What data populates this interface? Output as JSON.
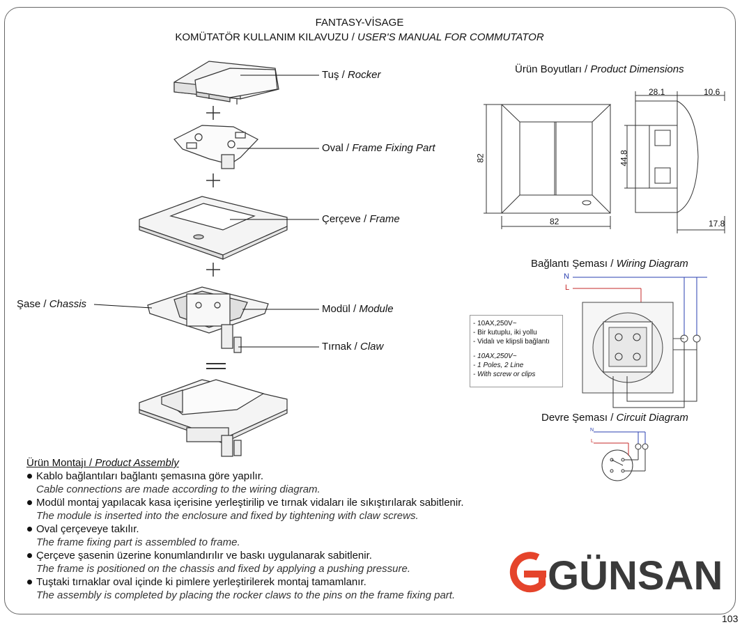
{
  "header": {
    "line1": "FANTASY-VİSAGE",
    "line2_tr": "KOMÜTATÖR KULLANIM KILAVUZU / ",
    "line2_en": "USER'S MANUAL FOR COMMUTATOR"
  },
  "exploded_view": {
    "rocker": {
      "tr": "Tuş / ",
      "en": "Rocker"
    },
    "frame_fixing": {
      "tr": "Oval / ",
      "en": "Frame Fixing Part"
    },
    "frame": {
      "tr": "Çerçeve / ",
      "en": "Frame"
    },
    "chassis": {
      "tr": "Şase / ",
      "en": "Chassis"
    },
    "module": {
      "tr": "Modül / ",
      "en": "Module"
    },
    "claw": {
      "tr": "Tırnak / ",
      "en": "Claw"
    },
    "plus": "+",
    "equals": "="
  },
  "dimensions": {
    "title_tr": "Ürün Boyutları / ",
    "title_en": "Product Dimensions",
    "height": "82",
    "width": "82",
    "depth_top": "28.1",
    "depth_front": "10.6",
    "module_height": "44.8",
    "depth_bottom": "17.8"
  },
  "wiring": {
    "title_tr": "Bağlantı Şeması / ",
    "title_en": "Wiring Diagram",
    "n": "N",
    "l": "L",
    "spec_tr": [
      "- 10AX,250V~",
      "- Bir kutuplu, iki yollu",
      "- Vidalı ve klipsli bağlantı"
    ],
    "spec_en": [
      "- 10AX,250V~",
      "- 1 Poles, 2 Line",
      "- With screw or clips"
    ]
  },
  "circuit": {
    "title_tr": "Devre Şeması / ",
    "title_en": "Circuit Diagram",
    "n": "N",
    "l": "L"
  },
  "assembly": {
    "title_tr": "Ürün Montajı / ",
    "title_en": "Product Assembly",
    "steps": [
      {
        "tr": "Kablo bağlantıları bağlantı şemasına göre yapılır.",
        "en": "Cable connections are made according to the wiring diagram."
      },
      {
        "tr": "Modül montaj yapılacak kasa içerisine yerleştirilip ve tırnak vidaları ile sıkıştırılarak sabitlenir.",
        "en": "The module is inserted into the enclosure and fixed by tightening with claw screws."
      },
      {
        "tr": "Oval çerçeveye takılır.",
        "en": "The frame fixing part is assembled to frame."
      },
      {
        "tr": "Çerçeve şasenin üzerine konumlandırılır ve baskı uygulanarak sabitlenir.",
        "en": "The frame is positioned on the chassis and fixed by applying a pushing pressure."
      },
      {
        "tr": "Tuştaki tırnaklar oval içinde ki pimlere yerleştirilerek montaj tamamlanır.",
        "en": "The assembly is completed by placing the rocker claws to the pins on the frame fixing part."
      }
    ]
  },
  "brand": {
    "name": "GÜNSAN",
    "color": "#e5442b"
  },
  "page_number": "103"
}
